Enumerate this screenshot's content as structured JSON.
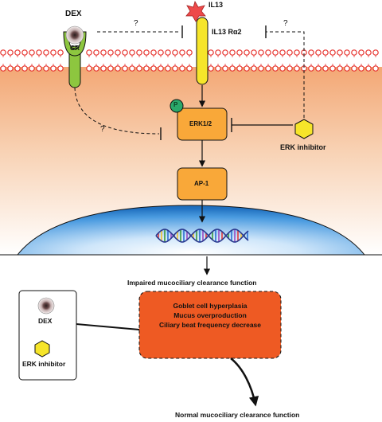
{
  "labels": {
    "dex": "DEX",
    "gr": "GR",
    "il13": "IL13",
    "il13_receptor": "IL13 Rα2",
    "p": "P",
    "erk": "ERK1/2",
    "erk_inhibitor": "ERK inhibitor",
    "ap1": "AP-1",
    "impaired": "Impaired mucociliary clearance function",
    "normal": "Normal mucociliary clearance function",
    "question_mark": "?"
  },
  "effects_box": {
    "lines": [
      "Goblet cell hyperplasia",
      "Mucus overproduction",
      "Ciliary beat frequency decrease"
    ]
  },
  "treatment_box": {
    "dex_label": "DEX",
    "erk_inhibitor_label": "ERK inhibitor"
  },
  "colors": {
    "membrane_head": "#e6322d",
    "cytoplasm_top": "#f3a774",
    "nucleus": "#2f86d6",
    "kinase_fill": "#f9a839",
    "effects_box_fill": "#ee5a23",
    "receptor_yellow": "#f6e52a",
    "gr_green": "#8dc63f",
    "phospho_green": "#2aa86a",
    "il13_star": "#ee4a4a"
  }
}
